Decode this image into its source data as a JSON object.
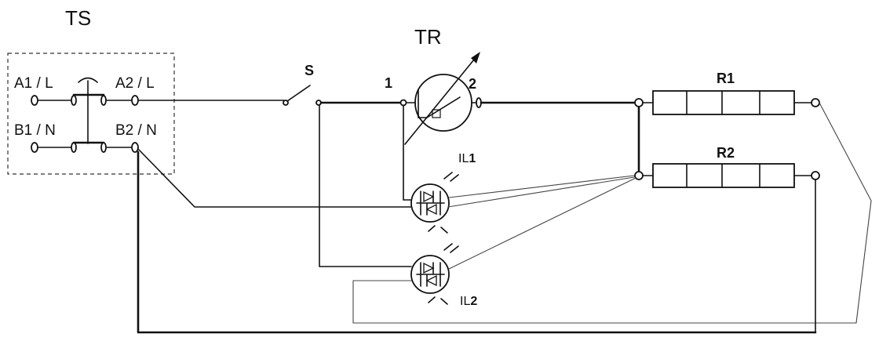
{
  "diagram": {
    "labels": {
      "ts": "TS",
      "tr": "TR",
      "a1": "A1 / L",
      "a2": "A2 / L",
      "b1": "B1 / N",
      "b2": "B2 / N",
      "s": "S",
      "node1": "1",
      "node2": "2",
      "r1": "R1",
      "r2": "R2",
      "il1_prefix": "IL",
      "il1_num": "1",
      "il2_prefix": "IL",
      "il2_num": "2"
    }
  }
}
